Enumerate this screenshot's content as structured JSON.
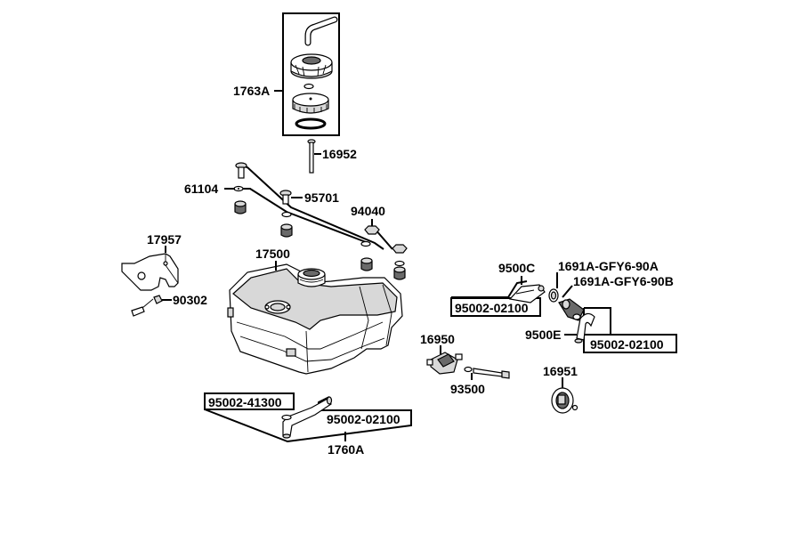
{
  "labels": {
    "cap_assy": "1763A",
    "cap_bolt": "16952",
    "bolt_61104": "61104",
    "bolt_95701": "95701",
    "nut_94040": "94040",
    "bracket": "17957",
    "bolt_90302": "90302",
    "tank": "17500",
    "hose_9500c": "9500C",
    "part_90a": "1691A-GFY6-90A",
    "part_90b": "1691A-GFY6-90B",
    "clip_left": "95002-02100",
    "hose_9500e": "9500E",
    "clip_right": "95002-02100",
    "valve": "16950",
    "bolt_93500": "93500",
    "sender": "16951",
    "clip_41300": "95002-41300",
    "clip_bottom": "95002-02100",
    "hose_1760a": "1760A"
  }
}
